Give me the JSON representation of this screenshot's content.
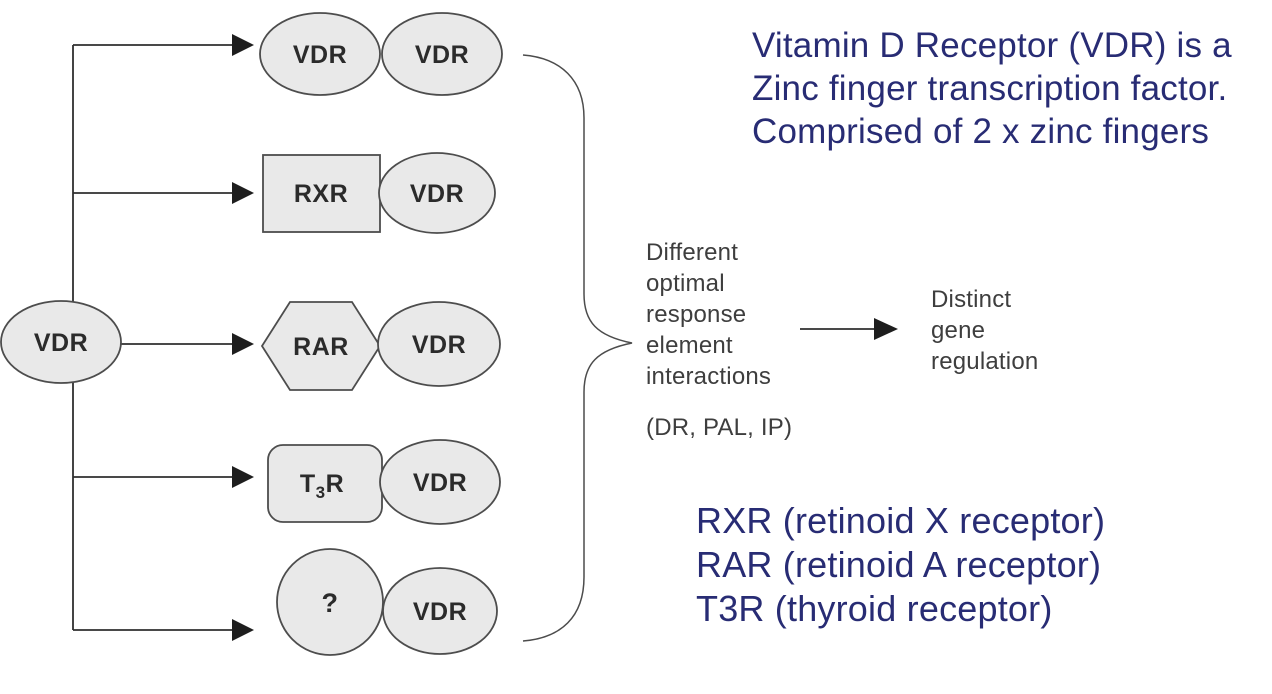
{
  "colors": {
    "background": "#ffffff",
    "shape_fill": "#e9e9e9",
    "shape_stroke": "#4d4d4d",
    "line_color": "#2f2f2f",
    "note_text": "#3e3e3e",
    "accent_blue": "#282c74"
  },
  "diagram": {
    "source": {
      "label": "VDR"
    },
    "rows": [
      {
        "shape": "ellipse",
        "partner": "VDR",
        "vdr": "VDR"
      },
      {
        "shape": "rectangle",
        "partner": "RXR",
        "vdr": "VDR"
      },
      {
        "shape": "hexagon",
        "partner": "RAR",
        "vdr": "VDR"
      },
      {
        "shape": "rounded-rectangle",
        "partner_main": "T",
        "partner_sub": "3",
        "partner_end": "R",
        "vdr": "VDR"
      },
      {
        "shape": "circle",
        "partner": "?",
        "vdr": "VDR"
      }
    ],
    "response_note": {
      "lines": [
        "Different",
        "optimal",
        "response",
        "element",
        "interactions"
      ],
      "examples": "(DR, PAL, IP)"
    },
    "outcome_note": {
      "lines": [
        "Distinct",
        "gene",
        "regulation"
      ]
    }
  },
  "annotations": {
    "vdr_description": {
      "lines": [
        "Vitamin D Receptor (VDR) is a",
        "Zinc finger transcription factor.",
        "Comprised of 2 x zinc fingers"
      ]
    },
    "abbreviations": {
      "lines": [
        "RXR (retinoid X receptor)",
        "RAR (retinoid A receptor)",
        "T3R (thyroid receptor)"
      ]
    }
  }
}
